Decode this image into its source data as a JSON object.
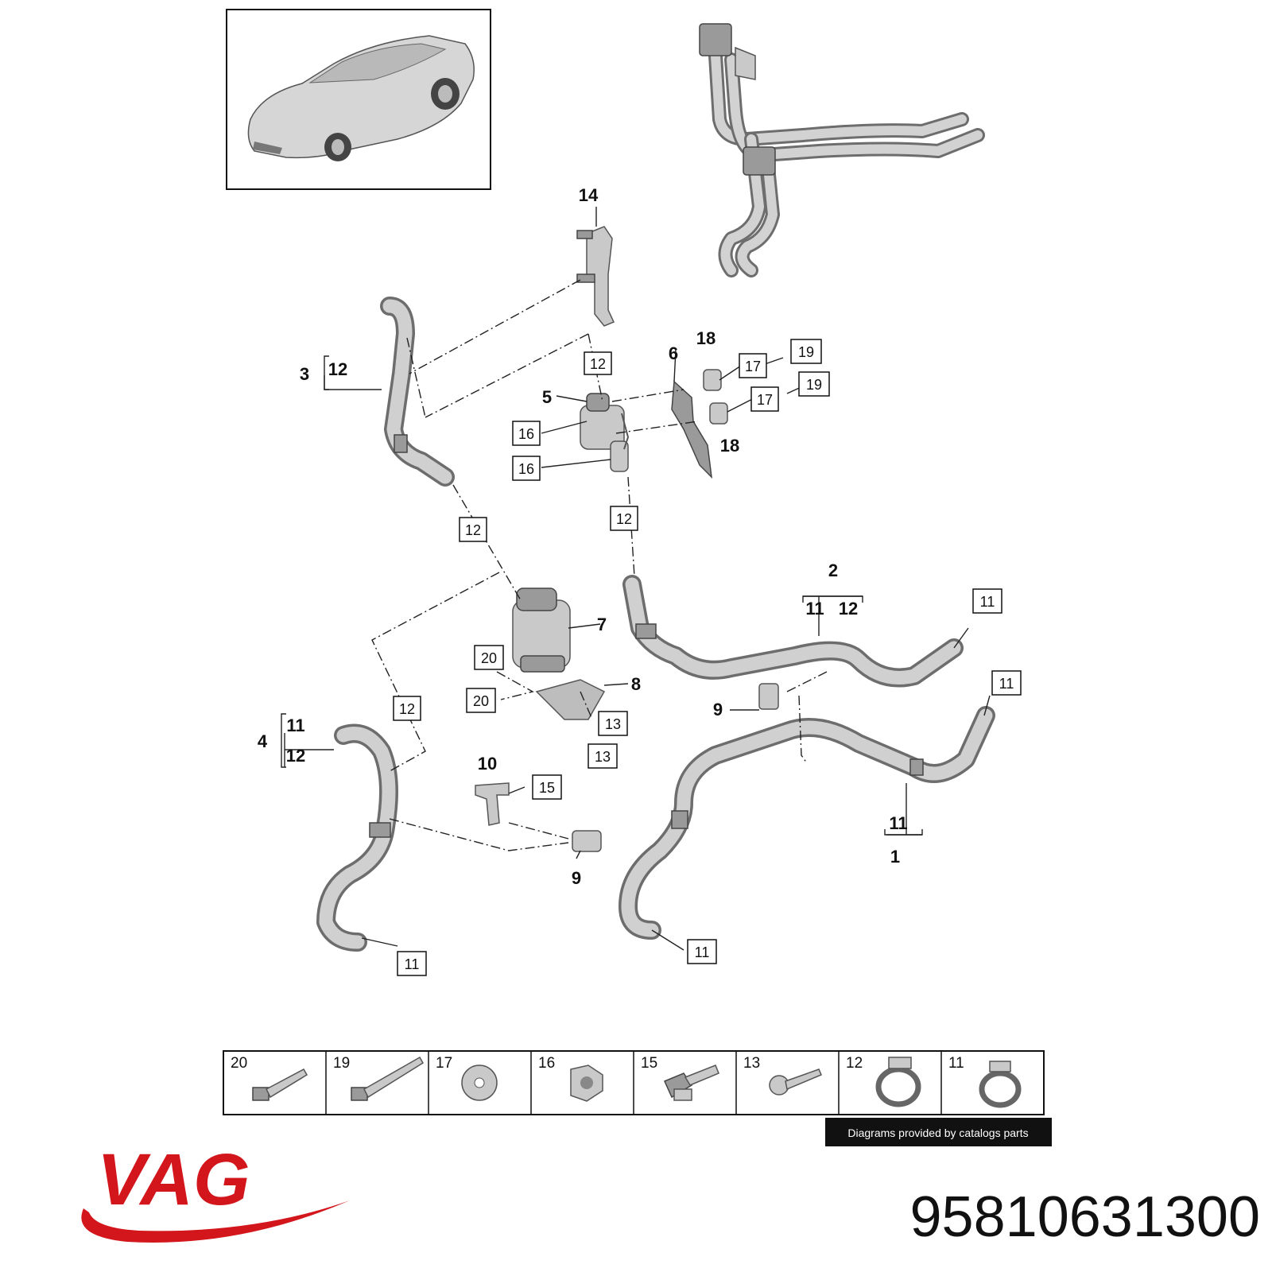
{
  "callouts": {
    "c1": "1",
    "c2": "2",
    "c3": "3",
    "c4": "4",
    "c5": "5",
    "c6": "6",
    "c7": "7",
    "c8": "8",
    "c9a": "9",
    "c9b": "9",
    "c10": "10",
    "c14": "14",
    "c18a": "18",
    "c18b": "18",
    "b3_12": "12",
    "b4_11": "11",
    "b4_12": "12",
    "b2_11": "11",
    "b2_12": "12",
    "b1_11": "11"
  },
  "boxed_labels": {
    "bx12_a": "12",
    "bx12_b": "12",
    "bx12_c": "12",
    "bx12_d": "12",
    "bx16_a": "16",
    "bx16_b": "16",
    "bx17_a": "17",
    "bx17_b": "17",
    "bx19_a": "19",
    "bx19_b": "19",
    "bx20_a": "20",
    "bx20_b": "20",
    "bx13_a": "13",
    "bx13_b": "13",
    "bx15": "15",
    "bx11_a": "11",
    "bx11_b": "11",
    "bx11_c": "11",
    "bx11_d": "11"
  },
  "fasteners_table": [
    {
      "number": "20",
      "icon": "bolt-icon"
    },
    {
      "number": "19",
      "icon": "long-bolt-icon"
    },
    {
      "number": "17",
      "icon": "washer-icon"
    },
    {
      "number": "16",
      "icon": "nut-icon"
    },
    {
      "number": "15",
      "icon": "clip-screw-icon"
    },
    {
      "number": "13",
      "icon": "screw-icon"
    },
    {
      "number": "12",
      "icon": "hose-clamp-icon"
    },
    {
      "number": "11",
      "icon": "hose-clamp-icon"
    }
  ],
  "credit": "Diagrams provided by catalogs parts",
  "brand": {
    "name": "VAG",
    "color": "#d3161c"
  },
  "part_number": "95810631300"
}
